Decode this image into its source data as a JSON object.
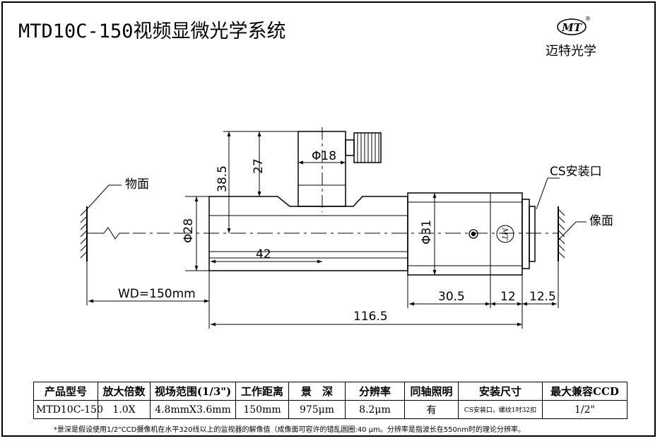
{
  "header": {
    "title": "MTD10C-150视频显微光学系统",
    "logo_mark": "MT",
    "logo_registered": "®",
    "brand_name": "迈特光学"
  },
  "labels": {
    "object_plane": "物面",
    "image_plane": "像面",
    "cs_mount": "CS安装口",
    "side_badge": "MT"
  },
  "dimensions": {
    "d18": "Φ18",
    "h27": "27",
    "h38_5": "38.5",
    "d28": "Φ28",
    "l42": "42",
    "d31": "Φ31",
    "wd": "WD=150mm",
    "l30_5": "30.5",
    "l12": "12",
    "l12_5": "12.5",
    "total": "116.5"
  },
  "spec_table": {
    "headers": [
      "产品型号",
      "放大倍数",
      "视场范围(1/3\")",
      "工作距离",
      "景　深",
      "分辨率",
      "同轴照明",
      "安装尺寸",
      "最大兼容CCD"
    ],
    "row": [
      "MTD10C-150",
      "1.0X",
      "4.8mmX3.6mm",
      "150mm",
      "975μm",
      "8.2μm",
      "有",
      "CS安装口，螺纹1吋32扣",
      "1/2\""
    ]
  },
  "footnote": "*景深是假设使用1/2\"CCD摄像机在水平320线以上的监视器的解像值（成像面可容许的错乱圆圈:40 μm。分辨率是指波长在550nm时的理论分辨率。"
}
